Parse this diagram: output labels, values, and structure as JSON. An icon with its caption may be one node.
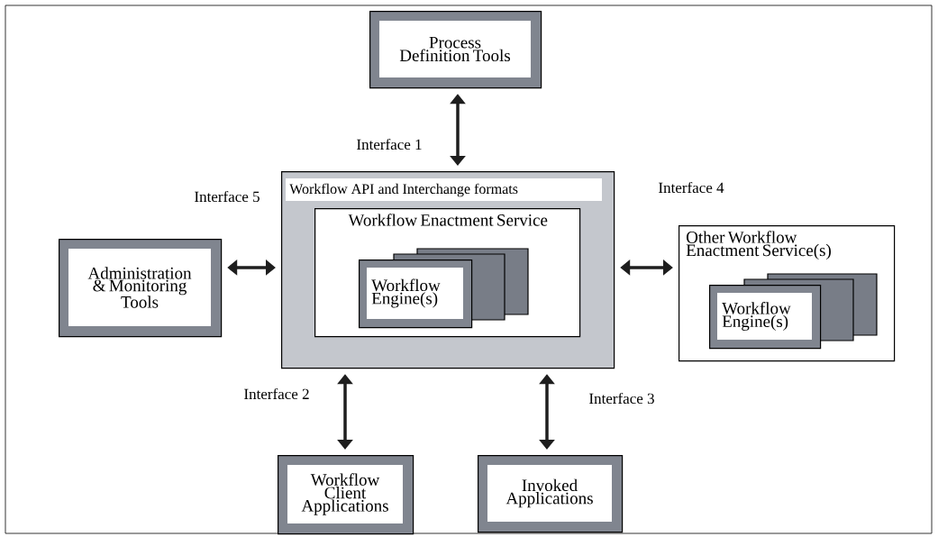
{
  "diagram": {
    "nodes": [
      {
        "text": [
          "Process Definition Tools"
        ]
      },
      {
        "text": [
          "Workflow API and Interchange formats"
        ]
      },
      {
        "text": [
          "Workflow Enactment Service"
        ],
        "in": 1
      },
      {
        "text": [
          "Workflow Engine(s)"
        ],
        "in": 2
      },
      {
        "text": [
          "Administration & Monitoring Tools"
        ]
      },
      {
        "text": [
          "Other Workflow Enactment Service(s)"
        ]
      },
      {
        "text": [
          "Workflow Engine(s)"
        ],
        "in": 5
      },
      {
        "text": [
          "Workflow Client Applications"
        ]
      },
      {
        "text": [
          "Invoked Applications"
        ]
      }
    ],
    "edges": [
      {
        "from": 0,
        "to": 1,
        "arrow": "both",
        "label": "Interface 1"
      },
      {
        "from": 4,
        "to": 1,
        "arrow": "both",
        "label": "Interface 5"
      },
      {
        "from": 1,
        "to": 5,
        "arrow": "both",
        "label": "Interface 4"
      },
      {
        "from": 1,
        "to": 7,
        "arrow": "both",
        "label": "Interface 2"
      },
      {
        "from": 1,
        "to": 8,
        "arrow": "both",
        "label": "Interface 3"
      }
    ]
  }
}
